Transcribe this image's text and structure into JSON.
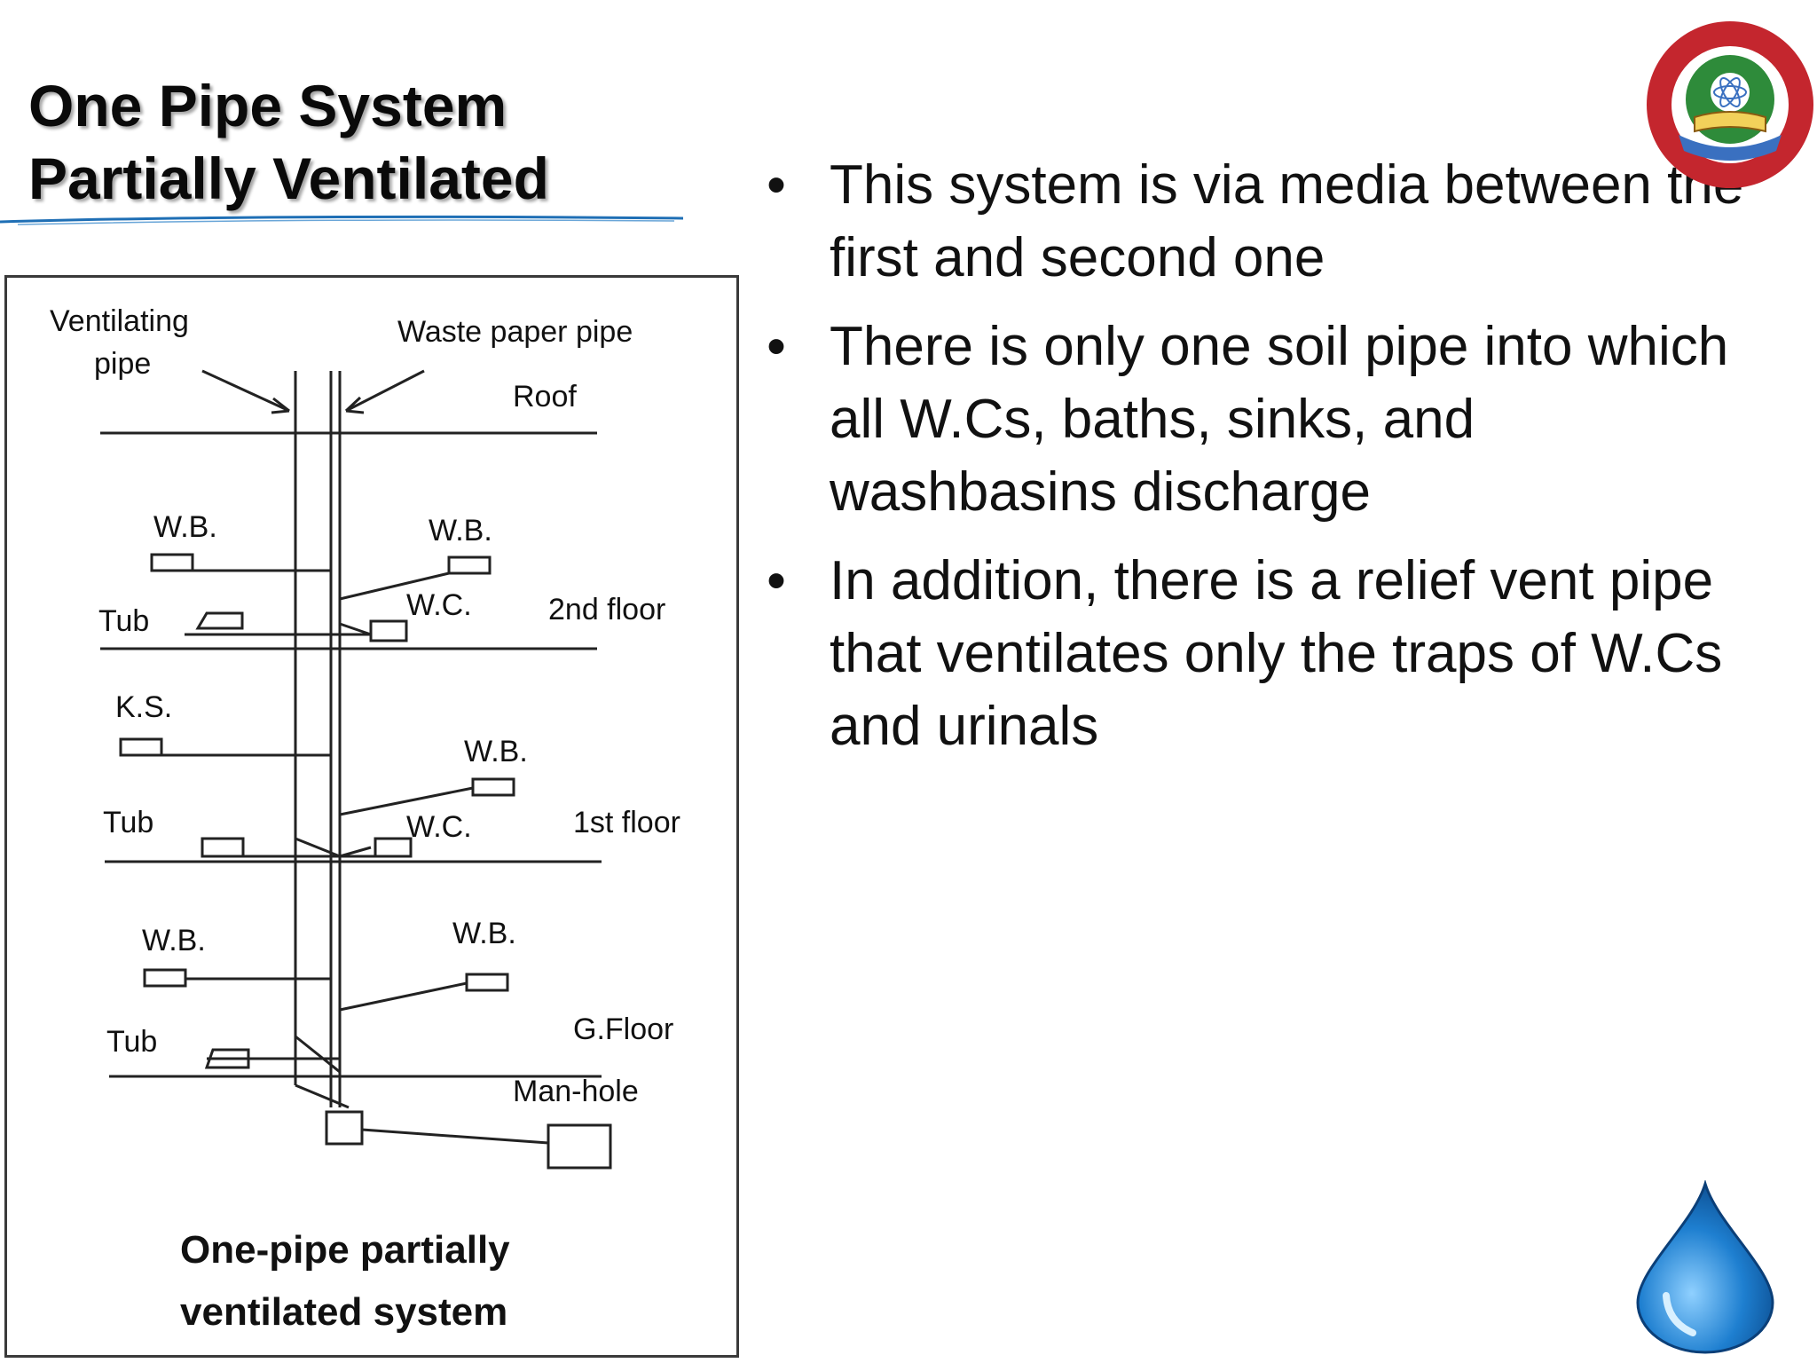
{
  "slide": {
    "title_line1": "One Pipe System",
    "title_line2": "Partially Ventilated",
    "bullets": [
      "This system is via media between the first and second one",
      "There is only one soil pipe into which all W.Cs, baths, sinks, and washbasins discharge",
      "In addition, there is a relief vent pipe that ventilates only the traps of W.Cs and urinals"
    ],
    "bullet_glyph": "•"
  },
  "diagram": {
    "labels": {
      "ventilating_pipe_1": "Ventilating",
      "ventilating_pipe_2": "pipe",
      "waste_paper_pipe": "Waste paper pipe",
      "roof": "Roof",
      "wb": "W.B.",
      "wc": "W.C.",
      "tub": "Tub",
      "ks": "K.S.",
      "floor_2": "2nd floor",
      "floor_1": "1st floor",
      "floor_g": "G.Floor",
      "manhole": "Man-hole"
    },
    "caption_line1": "One-pipe partially",
    "caption_line2": "ventilated system"
  },
  "colors": {
    "text": "#111111",
    "diagram_line": "#222222",
    "title_rule": "#1f6fb5",
    "drop": "#1e7fd0",
    "logo_ring": "#c4262e",
    "logo_green": "#2e8b3a"
  },
  "icons": {
    "logo": "university-seal-icon",
    "drop": "water-drop-icon"
  }
}
